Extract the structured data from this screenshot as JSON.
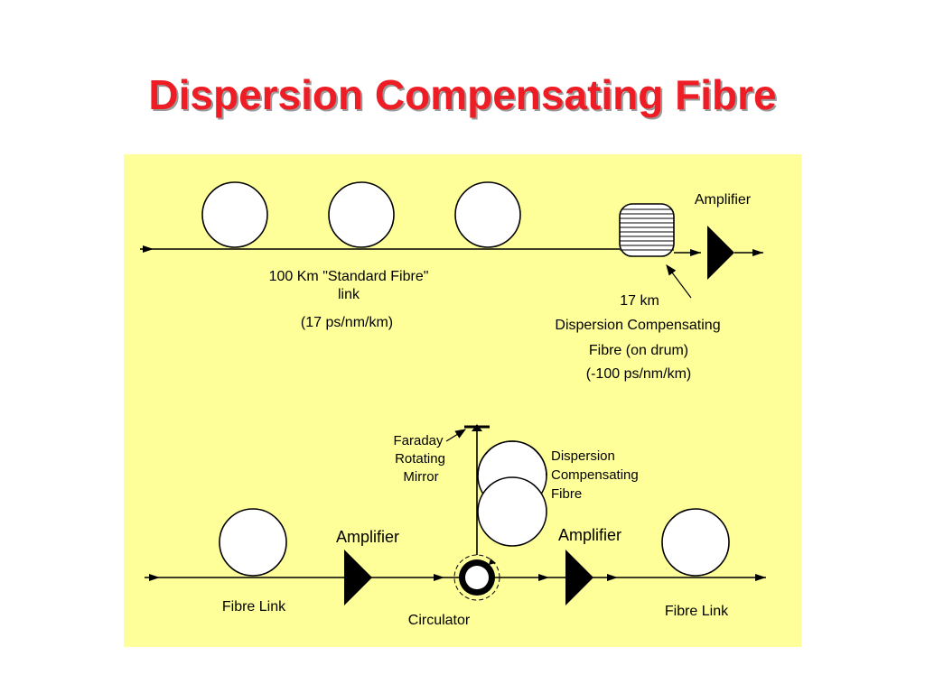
{
  "title": "Dispersion Compensating Fibre",
  "top_diagram": {
    "amplifier_label": "Amplifier",
    "fibre_label_line1": "100 Km \"Standard Fibre\"",
    "fibre_label_line2": "link",
    "fibre_label_line3": "(17 ps/nm/km)",
    "dcf_line1": "17 km",
    "dcf_line2": "Dispersion Compensating",
    "dcf_line3": "Fibre (on drum)",
    "dcf_line4": "(-100 ps/nm/km)"
  },
  "bottom_diagram": {
    "mirror_line1": "Faraday",
    "mirror_line2": "Rotating",
    "mirror_line3": "Mirror",
    "dcf_line1": "Dispersion",
    "dcf_line2": "Compensating",
    "dcf_line3": "Fibre",
    "amplifier_left_label": "Amplifier",
    "amplifier_right_label": "Amplifier",
    "fibre_link_left_label": "Fibre Link",
    "circulator_label": "Circulator",
    "fibre_link_right_label": "Fibre Link"
  },
  "colors": {
    "title": "#ee1c24",
    "panel": "#ffff99"
  }
}
